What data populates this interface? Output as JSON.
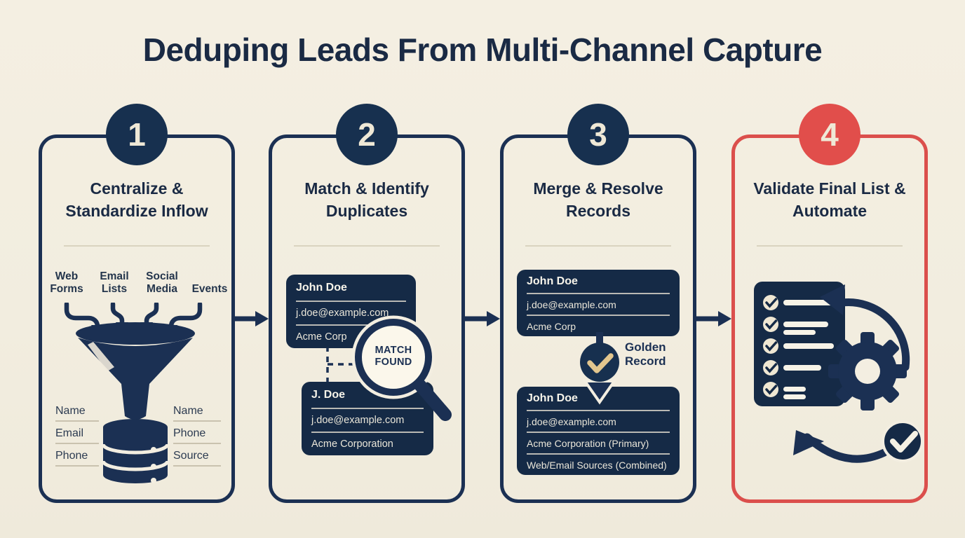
{
  "title": "Deduping Leads From Multi-Channel Capture",
  "colors": {
    "background": "#F3EEE1",
    "navy": "#1B3053",
    "card_navy": "#152A46",
    "red": "#DB4F4C",
    "cream_number": "#EFE8D6",
    "gold_check": "#E2C68E"
  },
  "icons": [
    "funnel-icon",
    "database-icon",
    "magnifier-icon",
    "golden-check-icon",
    "down-arrow-icon",
    "checklist-icon",
    "gear-icon",
    "cycle-arrows-icon",
    "check-badge-icon",
    "flow-arrow-icon"
  ],
  "steps": [
    {
      "number": "1",
      "title": "Centralize & Standardize Inflow",
      "sources": [
        "Web Forms",
        "Email Lists",
        "Social Media",
        "Events"
      ],
      "fields_left": [
        "Name",
        "Email",
        "Phone"
      ],
      "fields_right": [
        "Name",
        "Phone",
        "Source"
      ]
    },
    {
      "number": "2",
      "title": "Match & Identify Duplicates",
      "record_a": {
        "name": "John Doe",
        "email": "j.doe@example.com",
        "company": "Acme Corp"
      },
      "match_badge": "MATCH FOUND",
      "record_b": {
        "name": "J. Doe",
        "email": "j.doe@example.com",
        "company": "Acme Corporation"
      }
    },
    {
      "number": "3",
      "title": "Merge & Resolve Records",
      "record_a": {
        "name": "John Doe",
        "email": "j.doe@example.com",
        "company": "Acme Corp"
      },
      "golden_label": "Golden Record",
      "record_b": {
        "name": "John Doe",
        "email": "j.doe@example.com",
        "company": "Acme Corporation (Primary)",
        "source": "Web/Email Sources (Combined)"
      }
    },
    {
      "number": "4",
      "title": "Validate Final List & Automate"
    }
  ]
}
